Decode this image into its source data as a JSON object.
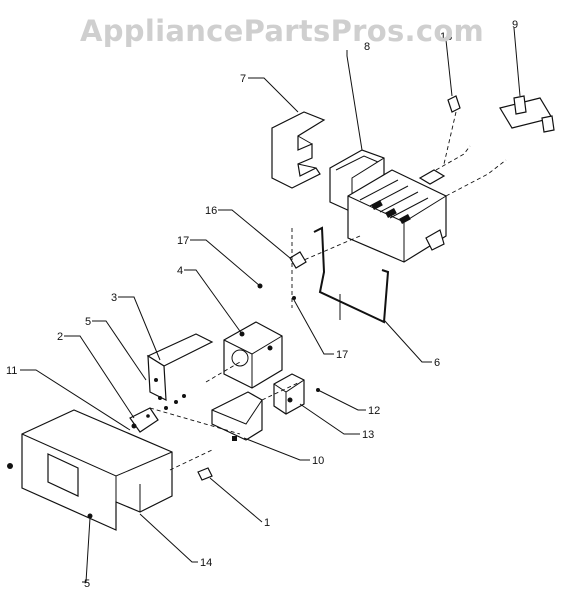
{
  "watermark": "AppliancePartsPros.com",
  "callouts": [
    {
      "id": "c1",
      "text": "1"
    },
    {
      "id": "c2",
      "text": "2"
    },
    {
      "id": "c3",
      "text": "3"
    },
    {
      "id": "c4",
      "text": "4"
    },
    {
      "id": "c5a",
      "text": "5"
    },
    {
      "id": "c5b",
      "text": "5"
    },
    {
      "id": "c6",
      "text": "6"
    },
    {
      "id": "c7",
      "text": "7"
    },
    {
      "id": "c8",
      "text": "8"
    },
    {
      "id": "c9",
      "text": "9"
    },
    {
      "id": "c10",
      "text": "10"
    },
    {
      "id": "c11",
      "text": "11"
    },
    {
      "id": "c12",
      "text": "12"
    },
    {
      "id": "c13",
      "text": "13"
    },
    {
      "id": "c14",
      "text": "14"
    },
    {
      "id": "c16",
      "text": "16"
    },
    {
      "id": "c17a",
      "text": "17"
    },
    {
      "id": "c17b",
      "text": "17"
    },
    {
      "id": "c18",
      "text": "18"
    }
  ]
}
